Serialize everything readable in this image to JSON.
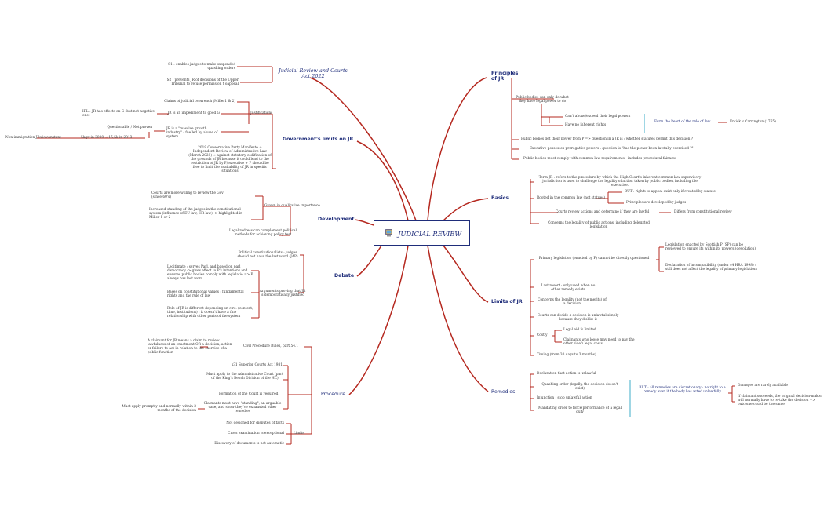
{
  "central": {
    "label": "JUDICIAL REVIEW",
    "icon": "computer-icon"
  },
  "colors": {
    "branch": "#b5281f",
    "accent": "#1f2d7a",
    "note": "#2aa3c4"
  },
  "branches": {
    "jr_act": {
      "label": "Judicial Review and Courts Act 2022",
      "items": [
        "S1 : enables judges to make suspended quashing orders",
        "S2 : prevents JR of decisions of the Upper Tribunal to refuse permission t oappeal"
      ]
    },
    "gov_limits": {
      "label": "Government's limits on JR",
      "justifications": {
        "label": "Justifications",
        "items": [
          "Claims of judicial overreach (Miller1 & 2)",
          "JR is an impediment to good G",
          "JR is a \"massive growth industry\" - fuelled by abuse of system"
        ],
        "sub_impediment": "IRL : JR has effects on G (but not negative one)",
        "sub_growth": {
          "label": "Questionable / Not proven",
          "stat": "5k/yr in 2000 ➡ 15,5k in 2013",
          "stat_note": "Non-immigration JRs is constant"
        }
      },
      "manifesto": "2019 Conservative Party Manifesto + Independent Review of Administrative Law (March 2021) ➡ against statutory codification of the grounds of JR because it could lead to the restriction of JR by P/executive + P should be free to limit the availability of JR in specific situations"
    },
    "development": {
      "label": "Development",
      "grown": "Grown in qualitative importance",
      "grown_items": [
        "Courts are more willing to review the Gov (since 60's)",
        "Increased standing of the judges in the constitutional system (influence of EU law, HR law) -> highlighted in Miller 1 or 2"
      ],
      "legal": "Legal redress can complement political methods for achieving policy test"
    },
    "debate": {
      "label": "Debate",
      "political": "Political constitutionalists : judges should not have the last word (JAP)",
      "arguments": "Arguments proving that JR is democratically justified",
      "arguments_items": [
        "Legitimate : serves Parl. and based on parl democracy -> gives effect to P's intentions and ensures public bodies comply with legislatio => P always has last word",
        "Bases on constitutional values : fundamental rights and the rule of law",
        "Role of JR is different depending on circ. (context, time, institutions) : it doesn't have a fine relationship with other parts of the system"
      ]
    },
    "procedure": {
      "label": "Procedure",
      "cpr": "Civil Procedure Rules, part 54.1",
      "cpr_note": "A claimant for JR means a claim to review lawfulness of an enactment OR a decision, action or failure to act in relation to the exercise of a public function",
      "formation": "Formation of the Court is required",
      "formation_items": [
        "s31 Superior Courts Act 1981",
        "Must apply to the Administrative Court (part of the King's Bench Division of the HC)",
        "Claimants must have \"standing\", an arguable case, and show they've exhausted other remedies"
      ],
      "standing_note": "Must apply promptly and normally within 3 months of the decision",
      "limits": "Limits",
      "limits_items": [
        "Not designed for disputes of facts",
        "Cross examination is exceptional",
        "Discovery of documents is not automatic"
      ]
    },
    "principles": {
      "label": "Principles of JR",
      "legal_power": "Public bodies can only do what they have legal power to do",
      "legal_power_items": [
        "Can't abuse/exceed their legal powers",
        "Have no inherent rights"
      ],
      "rule_of_law": "Form the heart of the rule of law",
      "case": "Entick v Carrington (1765)",
      "items": [
        "Public bodies get their power from P => question in a JR is : whether statutes permit this decision ?",
        "Executive possesses prerogative powers : question is \"has the power been lawfully exercised ?\"",
        "Public bodies must comply with common law requirements - includes procedural fairness"
      ]
    },
    "basics": {
      "label": "Basics",
      "term": "Term JR : refers to the procedure by which the High Court's inherent common law supervisory jurisdiction is used to challenge the legality of action taken by public bodies, including the executive.",
      "rooted": "Rooted in the common law (not statues)",
      "rooted_items": [
        "BUT : rights to appeal exist only if created by statute",
        "Principles are developed by judges"
      ],
      "courts_review": "Courts review actions and determine if they are lawful",
      "differs": "Differs from constitutional review",
      "concerns": "Concerns the legality of public actions, including delegated legislation"
    },
    "limits": {
      "label": "Limits of JR",
      "primary": "Primary legislation (enacted by P) cannot be directly questioned",
      "primary_items": [
        "Legislation enacted by Scottish P (SP) can be reviewed to ensure its within its powers (devolution)",
        "Declaration of incompatibility (under s4 HRA 1998) : still does not affect the legality of primary legislation"
      ],
      "items": [
        "Last resort : only used when no other remedy exists",
        "Concerns the legality (not the merits) of a decision",
        "Courts can decide a decision is unlawful simply because they dislike it"
      ],
      "costly": "Costly",
      "costly_items": [
        "Legal aid is limited",
        "Claimants who loose may need to pay the other side's legal costs"
      ],
      "timing": "Timing (from 30 days to 3 months)"
    },
    "remedies": {
      "label": "Remedies",
      "items": [
        "Declaration that action is unlawful",
        "Quashing order (legally, the decision doesn't exist)",
        "Injunction : stop unlawful action",
        "Mandating order to force performance of a legal duty"
      ],
      "but": "BUT : all remedies are discretionary : no right to a remedy even if the body has acted unlawfully",
      "but_items": [
        "Damages are rarely available",
        "If claimant succeeds, the original decision-maker will normally have to re-take the decision => outcome could be the same"
      ]
    }
  }
}
